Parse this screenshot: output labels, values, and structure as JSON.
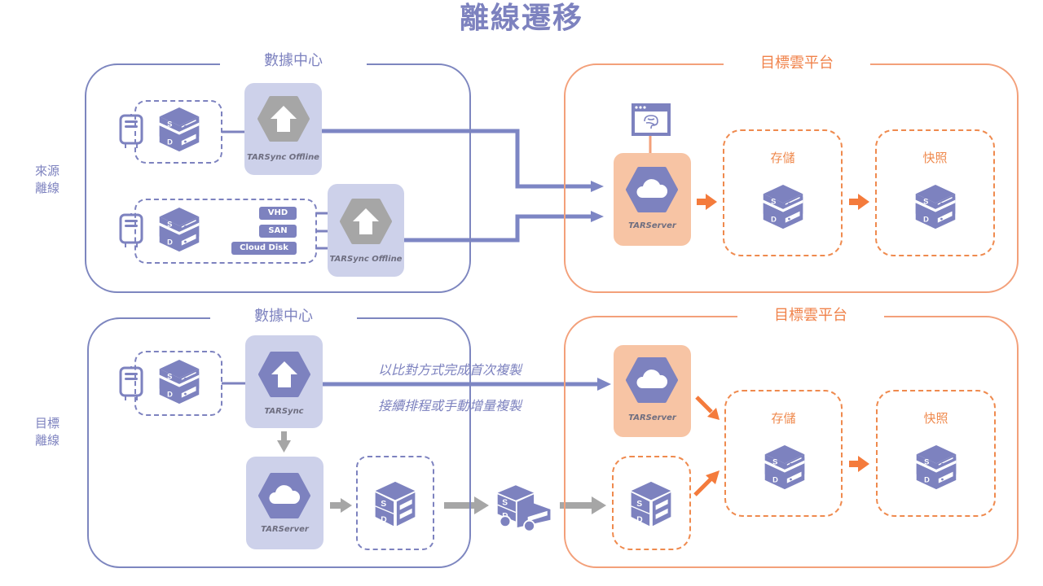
{
  "title": "離線遷移",
  "colors": {
    "datacenter": "#7d82bf",
    "cloud": "#ef8a4e",
    "node_bg_dc": "#cdd1ea",
    "node_bg_cloud": "#f7c4a4",
    "offline_hex": "#a6a6a6",
    "gray_arrow": "#a6a6a6"
  },
  "top_section": {
    "side_label_line1": "來源",
    "side_label_line2": "離線",
    "datacenter_title": "數據中心",
    "cloud_title": "目標雲平台",
    "source1": {
      "agent_label": "TARSync Offline",
      "agent_icon": "upload-arrow-icon"
    },
    "source2": {
      "agent_label": "TARSync Offline",
      "agent_icon": "upload-arrow-icon",
      "tags": [
        "VHD",
        "SAN",
        "Cloud Disk"
      ]
    },
    "server_label": "TARServer",
    "server_icon": "cloud-icon",
    "ai_icon": "brain-window-icon",
    "storage_label": "存儲",
    "snapshot_label": "快照"
  },
  "bottom_section": {
    "side_label_line1": "目標",
    "side_label_line2": "離線",
    "datacenter_title": "數據中心",
    "cloud_title": "目標雲平台",
    "agent_label": "TARSync",
    "local_server_label": "TARServer",
    "annotation_line1": "以比對方式完成首次複製",
    "annotation_line2": "接續排程或手動增量複製",
    "server_label": "TARServer",
    "storage_label": "存儲",
    "snapshot_label": "快照",
    "transport_icon": "sd-truck-icon"
  },
  "sd_labels": {
    "s": "S",
    "d": "D"
  }
}
